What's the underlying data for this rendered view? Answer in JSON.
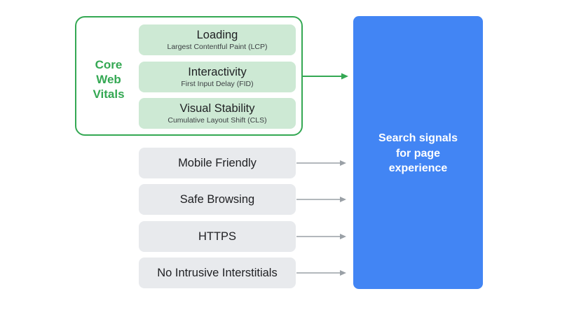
{
  "core_web_vitals": {
    "label_lines": [
      "Core",
      "Web",
      "Vitals"
    ],
    "metrics": [
      {
        "title": "Loading",
        "subtitle": "Largest Contentful Paint (LCP)"
      },
      {
        "title": "Interactivity",
        "subtitle": "First Input Delay (FID)"
      },
      {
        "title": "Visual Stability",
        "subtitle": "Cumulative Layout Shift (CLS)"
      }
    ]
  },
  "other_signals": [
    "Mobile Friendly",
    "Safe Browsing",
    "HTTPS",
    "No Intrusive Interstitials"
  ],
  "target": {
    "lines": [
      "Search signals",
      "for page",
      "experience"
    ]
  },
  "colors": {
    "core_accent": "#34a853",
    "core_fill": "#cde9d4",
    "other_fill": "#e8eaed",
    "target_fill": "#4285f4",
    "arrow_gray": "#9aa0a6"
  }
}
